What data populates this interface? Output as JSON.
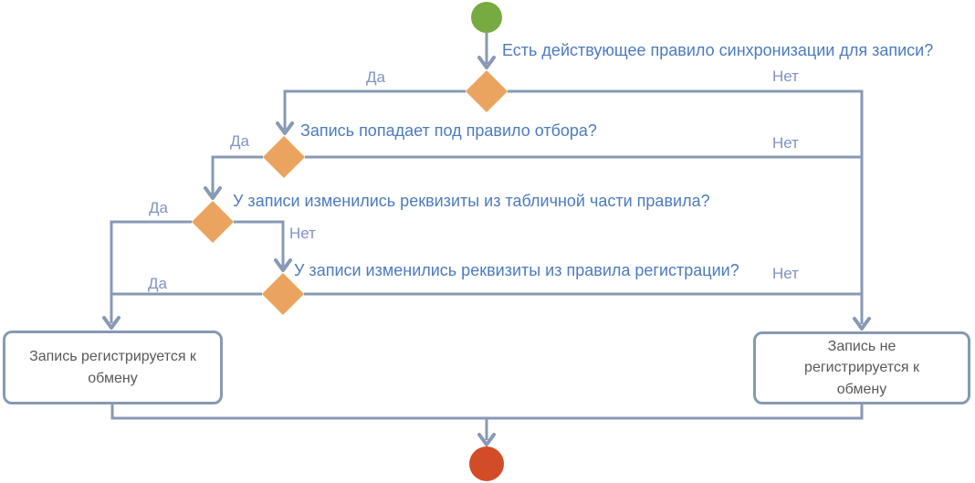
{
  "flowchart": {
    "decisions": [
      {
        "question": "Есть действующее правило синхронизации для записи?"
      },
      {
        "question": "Запись попадает под правило отбора?"
      },
      {
        "question": "У записи изменились реквизиты из табличной части правила?"
      },
      {
        "question": "У записи изменились реквизиты из правила регистрации?"
      }
    ],
    "labels": {
      "yes": "Да",
      "no": "Нет"
    },
    "outcomes": {
      "registered": "Запись регистрируется к обмену",
      "not_registered": "Запись не регистрируется к обмену"
    },
    "colors": {
      "line": "#8799B5",
      "question_text": "#4C7BBF",
      "branch_label_text": "#7E94C4",
      "outcome_text": "#595959",
      "outcome_border": "#8799B5",
      "decision_fill": "#EBA45F",
      "start_fill": "#77AB41",
      "end_fill": "#D24C28"
    }
  }
}
